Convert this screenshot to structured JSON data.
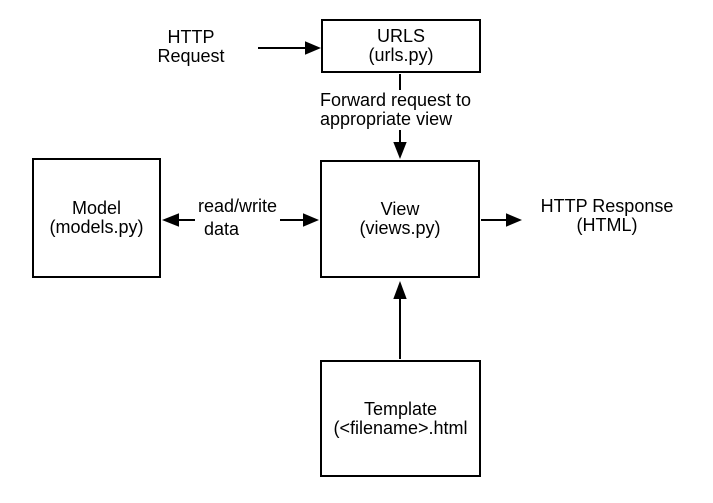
{
  "canvas": {
    "background_color": "#ffffff",
    "line_color": "#000000",
    "text_color": "#000000"
  },
  "boxes": {
    "urls": {
      "title": "URLS",
      "subtitle": "(urls.py)"
    },
    "model": {
      "title": "Model",
      "subtitle": "(models.py)"
    },
    "view": {
      "title": "View",
      "subtitle": "(views.py)"
    },
    "template": {
      "title": "Template",
      "subtitle": "(<filename>.html"
    }
  },
  "labels": {
    "http_request": {
      "line1": "HTTP",
      "line2": "Request"
    },
    "forward": {
      "line1": "Forward request to",
      "line2": "appropriate view"
    },
    "read_write": {
      "line1": "read/write",
      "line2": "data"
    },
    "http_response": {
      "line1": "HTTP Response",
      "line2": "(HTML)"
    }
  },
  "arrows": [
    {
      "name": "http-request-to-urls",
      "direction": "right"
    },
    {
      "name": "urls-to-view",
      "direction": "down"
    },
    {
      "name": "model-view",
      "direction": "both"
    },
    {
      "name": "view-to-response",
      "direction": "right"
    },
    {
      "name": "template-to-view",
      "direction": "up"
    }
  ]
}
